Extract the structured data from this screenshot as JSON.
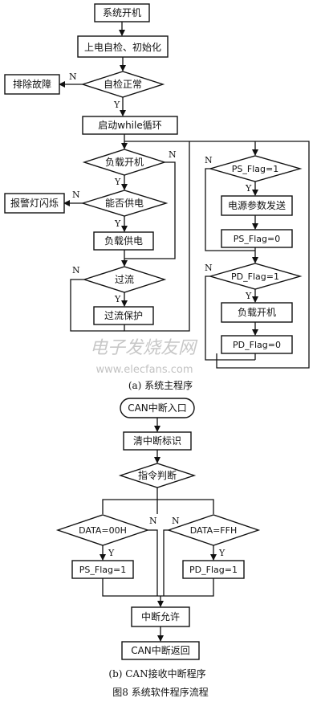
{
  "main": {
    "start": "系统开机",
    "init": "上电自检、初始化",
    "selfcheck": "自检正常",
    "fix": "排除故障",
    "while_loop": "启动while循环",
    "load_on_q": "负载开机",
    "can_supply_q": "能否供电",
    "alarm": "报警灯闪烁",
    "load_supply": "负载供电",
    "overcurrent_q": "过流",
    "overcurrent_protect": "过流保护",
    "ps_flag_q": "PS_Flag=1",
    "send_params": "电源参数发送",
    "ps_flag_reset": "PS_Flag=0",
    "pd_flag_q": "PD_Flag=1",
    "load_on": "负载开机",
    "pd_flag_reset": "PD_Flag=0",
    "caption": "(a) 系统主程序"
  },
  "can": {
    "entry": "CAN中断入口",
    "clear": "清中断标识",
    "cmd": "指令判断",
    "data00": "DATA=00H",
    "dataff": "DATA=FFH",
    "ps_set": "PS_Flag=1",
    "pd_set": "PD_Flag=1",
    "allow": "中断允许",
    "ret": "CAN中断返回",
    "caption": "(b) CAN接收中断程序"
  },
  "labels": {
    "yes": "Y",
    "no": "N"
  },
  "figure_caption": "图8   系统软件程序流程",
  "watermark": {
    "text": "电子发烧友网",
    "url": "www.elecfans.com"
  }
}
